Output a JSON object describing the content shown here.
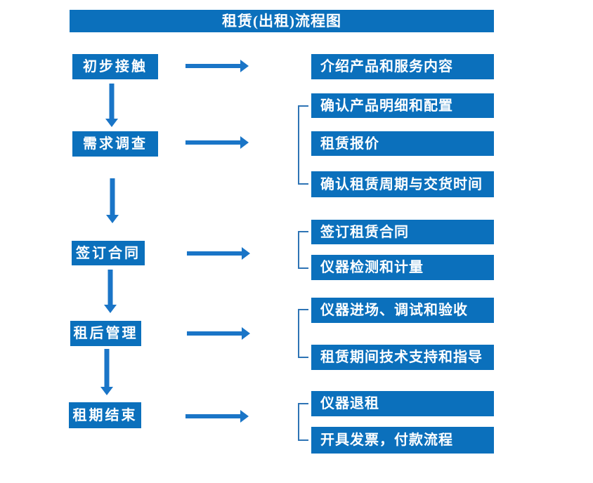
{
  "flow": {
    "title": "租赁(出租)流程图",
    "stages": [
      {
        "label": "初步接触",
        "details": [
          "介绍产品和服务内容"
        ]
      },
      {
        "label": "需求调查",
        "details": [
          "确认产品明细和配置",
          "租赁报价",
          "确认租赁周期与交货时间"
        ]
      },
      {
        "label": "签订合同",
        "details": [
          "签订租赁合同",
          "仪器检测和计量"
        ]
      },
      {
        "label": "租后管理",
        "details": [
          "仪器进场、调试和验收",
          "租赁期间技术支持和指导"
        ]
      },
      {
        "label": "租期结束",
        "details": [
          "仪器退租",
          "开具发票，付款流程"
        ]
      }
    ]
  },
  "colors": {
    "box_blue": "#0b70bc",
    "arrow_blue": "#1a75c7",
    "bracket_blue": "#2e74b5",
    "text_white": "#ffffff",
    "background": "#ffffff"
  }
}
